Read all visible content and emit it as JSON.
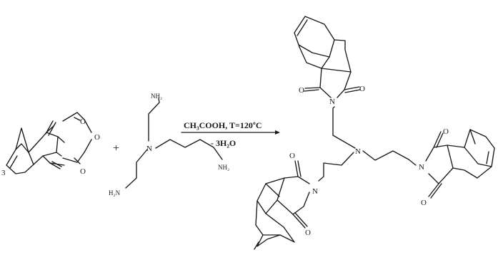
{
  "reaction": {
    "conditions_top": "CH₃COOH, T=120ºC",
    "conditions_bottom": "- 3H₂O",
    "plus_sign": "+"
  },
  "anhydride": {
    "locant": "3",
    "oxygen_top": "O",
    "oxygen_ring": "O",
    "oxygen_bottom": "O"
  },
  "amine": {
    "nh2_top": "NH₂",
    "nh2_right": "NH₂",
    "nh2_left": "H₂N",
    "center_n": "N"
  },
  "product": {
    "center_n": "N",
    "imide_top_n": "N",
    "imide_top_o_left": "O",
    "imide_top_o_right": "O",
    "imide_right_n": "N",
    "imide_right_o_top": "O",
    "imide_right_o_bottom": "O",
    "imide_left_n": "N",
    "imide_left_o_top": "O",
    "imide_left_o_bottom": "O"
  }
}
